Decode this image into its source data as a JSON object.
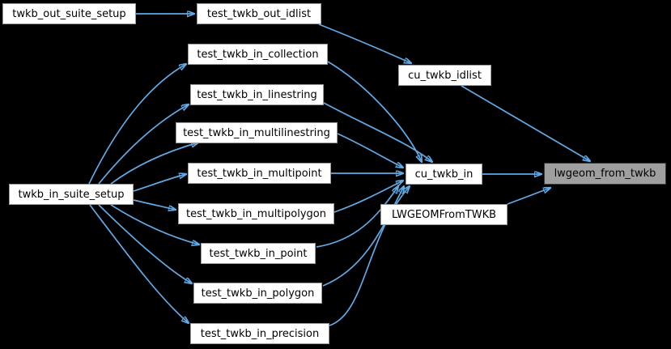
{
  "diagram": {
    "type": "call-graph",
    "colors": {
      "background": "#000000",
      "edge": "#61aae6",
      "node_fill": "#ffffff",
      "node_border": "#9a9a9a",
      "node_text": "#000000",
      "highlight_fill": "#9f9f9f",
      "highlight_border": "#3a3a3a"
    },
    "nodes": [
      {
        "id": "twkb_out_suite_setup",
        "label": "twkb_out_suite_setup",
        "highlighted": false
      },
      {
        "id": "test_twkb_out_idlist",
        "label": "test_twkb_out_idlist",
        "highlighted": false
      },
      {
        "id": "cu_twkb_idlist",
        "label": "cu_twkb_idlist",
        "highlighted": false
      },
      {
        "id": "test_twkb_in_collection",
        "label": "test_twkb_in_collection",
        "highlighted": false
      },
      {
        "id": "test_twkb_in_linestring",
        "label": "test_twkb_in_linestring",
        "highlighted": false
      },
      {
        "id": "test_twkb_in_multilinestring",
        "label": "test_twkb_in_multilinestring",
        "highlighted": false
      },
      {
        "id": "test_twkb_in_multipoint",
        "label": "test_twkb_in_multipoint",
        "highlighted": false
      },
      {
        "id": "twkb_in_suite_setup",
        "label": "twkb_in_suite_setup",
        "highlighted": false
      },
      {
        "id": "test_twkb_in_multipolygon",
        "label": "test_twkb_in_multipolygon",
        "highlighted": false
      },
      {
        "id": "cu_twkb_in",
        "label": "cu_twkb_in",
        "highlighted": false
      },
      {
        "id": "lwgeom_from_twkb",
        "label": "lwgeom_from_twkb",
        "highlighted": true
      },
      {
        "id": "LWGEOMFromTWKB",
        "label": "LWGEOMFromTWKB",
        "highlighted": false
      },
      {
        "id": "test_twkb_in_point",
        "label": "test_twkb_in_point",
        "highlighted": false
      },
      {
        "id": "test_twkb_in_polygon",
        "label": "test_twkb_in_polygon",
        "highlighted": false
      },
      {
        "id": "test_twkb_in_precision",
        "label": "test_twkb_in_precision",
        "highlighted": false
      }
    ],
    "edges": [
      {
        "from": "twkb_out_suite_setup",
        "to": "test_twkb_out_idlist"
      },
      {
        "from": "test_twkb_out_idlist",
        "to": "cu_twkb_idlist"
      },
      {
        "from": "cu_twkb_idlist",
        "to": "lwgeom_from_twkb"
      },
      {
        "from": "twkb_in_suite_setup",
        "to": "test_twkb_in_collection"
      },
      {
        "from": "twkb_in_suite_setup",
        "to": "test_twkb_in_linestring"
      },
      {
        "from": "twkb_in_suite_setup",
        "to": "test_twkb_in_multilinestring"
      },
      {
        "from": "twkb_in_suite_setup",
        "to": "test_twkb_in_multipoint"
      },
      {
        "from": "twkb_in_suite_setup",
        "to": "test_twkb_in_multipolygon"
      },
      {
        "from": "twkb_in_suite_setup",
        "to": "test_twkb_in_point"
      },
      {
        "from": "twkb_in_suite_setup",
        "to": "test_twkb_in_polygon"
      },
      {
        "from": "twkb_in_suite_setup",
        "to": "test_twkb_in_precision"
      },
      {
        "from": "test_twkb_in_collection",
        "to": "cu_twkb_in"
      },
      {
        "from": "test_twkb_in_linestring",
        "to": "cu_twkb_in"
      },
      {
        "from": "test_twkb_in_multilinestring",
        "to": "cu_twkb_in"
      },
      {
        "from": "test_twkb_in_multipoint",
        "to": "cu_twkb_in"
      },
      {
        "from": "test_twkb_in_multipolygon",
        "to": "cu_twkb_in"
      },
      {
        "from": "test_twkb_in_point",
        "to": "cu_twkb_in"
      },
      {
        "from": "test_twkb_in_polygon",
        "to": "cu_twkb_in"
      },
      {
        "from": "test_twkb_in_precision",
        "to": "cu_twkb_in"
      },
      {
        "from": "cu_twkb_in",
        "to": "lwgeom_from_twkb"
      },
      {
        "from": "LWGEOMFromTWKB",
        "to": "lwgeom_from_twkb"
      }
    ]
  }
}
